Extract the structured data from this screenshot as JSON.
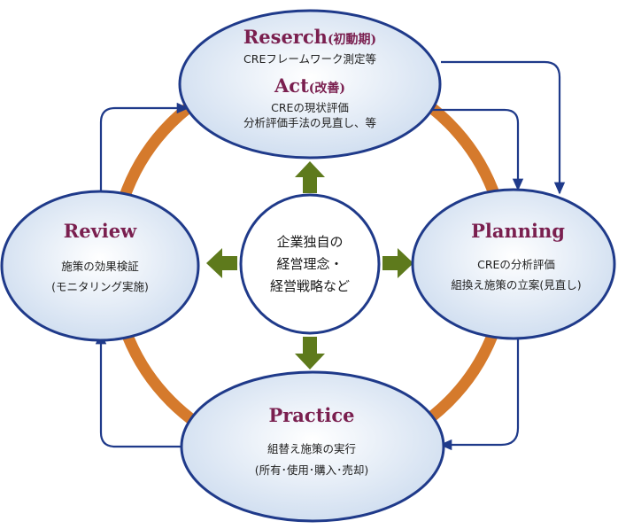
{
  "colors": {
    "ellipse_fill": "#dbe6f4",
    "ellipse_stroke": "#1f3a8a",
    "ring": "#d57a2c",
    "arrow_green": "#5e7a1c",
    "connector": "#1f3a8a",
    "title": "#7a1f4f"
  },
  "research": {
    "title": "Reserch",
    "title_note": "(初動期)",
    "text": "CREフレームワーク測定等"
  },
  "act": {
    "title": "Act",
    "title_note": "(改善)",
    "text_1": "CREの現状評価",
    "text_2": "分析評価手法の見直し、等"
  },
  "planning": {
    "title": "Planning",
    "text_1": "CREの分析評価",
    "text_2": "組換え施策の立案(見直し)"
  },
  "practice": {
    "title": "Practice",
    "text_1": "組替え施策の実行",
    "text_2": "(所有･使用･購入･売却)"
  },
  "review": {
    "title": "Review",
    "text_1": "施策の効果検証",
    "text_2": "(モニタリング実施)"
  },
  "core": {
    "line_1": "企業独自の",
    "line_2": "経営理念・",
    "line_3": "経営戦略など"
  }
}
